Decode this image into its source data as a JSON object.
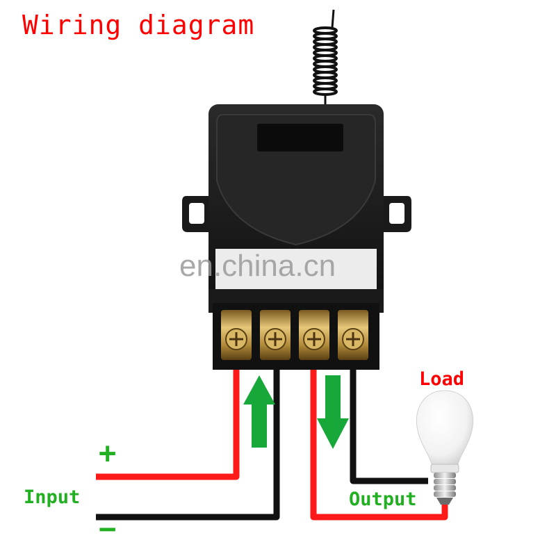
{
  "title": "Wiring diagram",
  "watermark": "en.china.cn",
  "labels": {
    "load": "Load",
    "input": "Input",
    "output": "Output",
    "plus": "+",
    "minus": "−"
  },
  "colors": {
    "title": "#ff0000",
    "label_green": "#22b022",
    "wire_red": "#ff1a1a",
    "wire_black": "#111111",
    "arrow_green": "#18a83a",
    "housing": "#1c1c1c",
    "terminal": "#b08a3a"
  },
  "icons": [
    "antenna-icon",
    "relay-module-icon",
    "terminal-block-icon",
    "light-bulb-icon",
    "flow-arrow-up-icon",
    "flow-arrow-down-icon"
  ]
}
